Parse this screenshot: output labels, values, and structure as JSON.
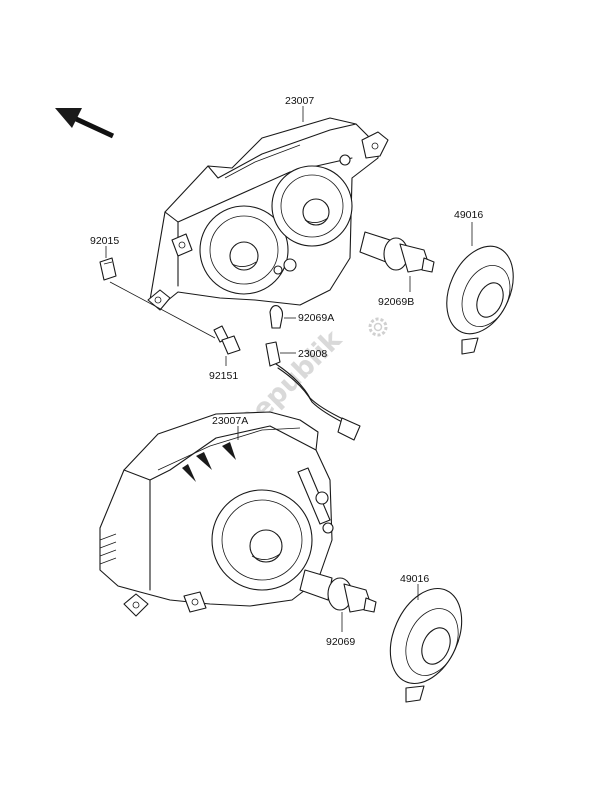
{
  "watermark": "PartsRepublik",
  "labels": {
    "p23007": "23007",
    "p92015": "92015",
    "p92069B": "92069B",
    "p49016_top": "49016",
    "p92069A": "92069A",
    "p92151": "92151",
    "p23008": "23008",
    "p23007A": "23007A",
    "p92069": "92069",
    "p49016_bottom": "49016"
  },
  "icons": {
    "direction_arrow": "front-direction-arrow-icon",
    "watermark_gear": "gear-icon"
  }
}
